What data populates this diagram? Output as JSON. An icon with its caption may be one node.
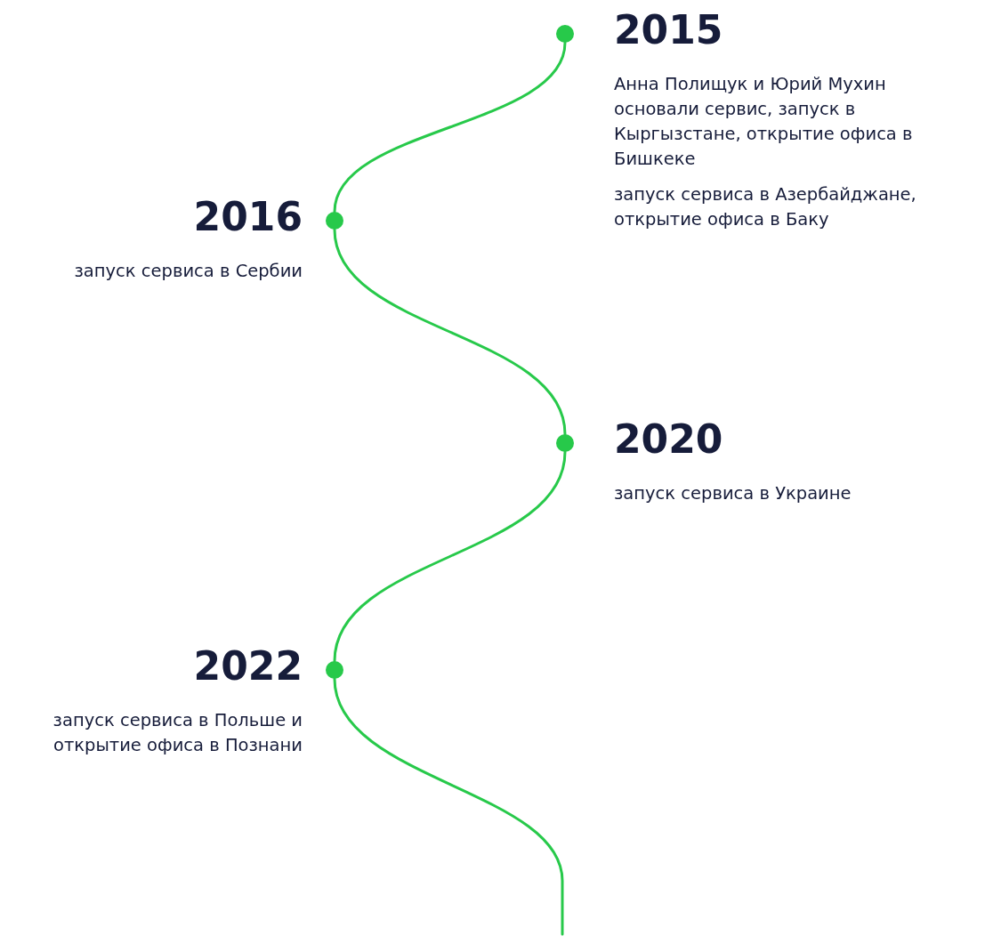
{
  "diagram": {
    "nodes": [
      {
        "text": [],
        "shape": "circle",
        "beside": [
          "2015",
          "Анна Полищук и Юрий Мухин основали сервис, запуск в Кыргызстане, открытие офиса в Бишкеке",
          "запуск сервиса в Азербайджане, открытие офиса в Баку"
        ]
      },
      {
        "text": [],
        "shape": "circle",
        "beside": [
          "2016",
          "запуск сервиса в Сербии"
        ]
      },
      {
        "text": [],
        "shape": "circle",
        "beside": [
          "2020",
          "запуск сервиса в Украине"
        ]
      },
      {
        "text": [],
        "shape": "circle",
        "beside": [
          "2022",
          "запуск сервиса в Польше и открытие офиса в Познани"
        ]
      }
    ],
    "edges": [
      {
        "from": 0,
        "to": 1,
        "arrow": "none"
      },
      {
        "from": 1,
        "to": 2,
        "arrow": "none"
      },
      {
        "from": 2,
        "to": 3,
        "arrow": "none"
      },
      {
        "from": 3,
        "to": null,
        "arrow": "none"
      }
    ]
  }
}
